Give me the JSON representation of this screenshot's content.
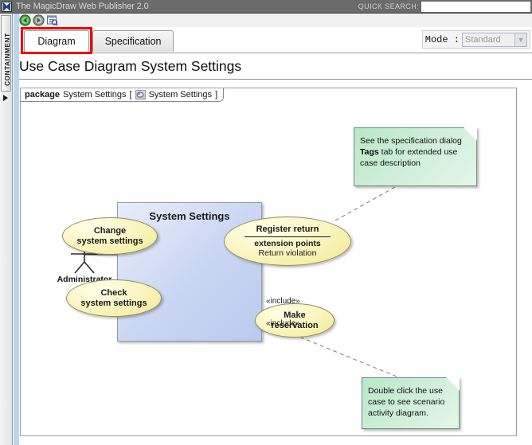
{
  "titlebar": {
    "app_title": "The MagicDraw Web Publisher 2.0",
    "logo_icon": "magicdraw-logo-icon",
    "quick_search_label": "QUICK SEARCH:",
    "quick_search_value": "",
    "quick_search_placeholder": ""
  },
  "rail": {
    "label": "CONTAINMENT",
    "expand_icon": "triangle-right-icon"
  },
  "toolbar": {
    "back_icon": "back-arrow-icon",
    "forward_icon": "forward-arrow-icon",
    "report_icon": "report-search-icon"
  },
  "tabs": {
    "items": [
      {
        "label": "Diagram",
        "selected": true
      },
      {
        "label": "Specification",
        "selected": false
      }
    ],
    "highlight_color": "#ee0000"
  },
  "mode": {
    "label": "Mode :",
    "value": "Standard",
    "disabled": true,
    "arrow_icon": "chevron-down-icon",
    "options": [
      "Standard"
    ]
  },
  "heading": {
    "title": "Use Case Diagram System Settings"
  },
  "canvas": {
    "package_keyword": "package",
    "package_name": "System Settings",
    "package_bracket_open": "[",
    "package_diagram_icon": "use-case-diagram-icon",
    "package_diagram_name": "System Settings",
    "package_bracket_close": "]"
  },
  "diagram": {
    "system_box": {
      "title": "System Settings",
      "fill": "#c9d6f2",
      "border": "#8d9bb5"
    },
    "actor": {
      "name": "Administrator",
      "head_color": "#f5f08a"
    },
    "use_cases": [
      {
        "id": "uc-change",
        "line1": "Change",
        "line2": "system settings"
      },
      {
        "id": "uc-check",
        "line1": "Check",
        "line2": "system settings"
      },
      {
        "id": "uc-make",
        "line1": "Make",
        "line2": "reservation"
      }
    ],
    "register_use_case": {
      "name": "Register return",
      "compartment_title": "extension points",
      "compartment_item": "Return violation"
    },
    "relationships": [
      {
        "label": "«include»",
        "from": "uc-check",
        "to": "uc-register"
      },
      {
        "label": "«include»",
        "from": "uc-check",
        "to": "uc-make"
      }
    ],
    "notes": [
      {
        "id": "note-top",
        "text_part1": "See the specification dialog ",
        "text_bold": "Tags",
        "text_part2": " tab for extended use case description",
        "fill": "#cdeed7"
      },
      {
        "id": "note-bottom",
        "text_part1": "Double click the use case to see scenario activity diagram.",
        "text_bold": "",
        "text_part2": "",
        "fill": "#cdeed7"
      }
    ],
    "use_case_fill": "#fbf5c2"
  }
}
